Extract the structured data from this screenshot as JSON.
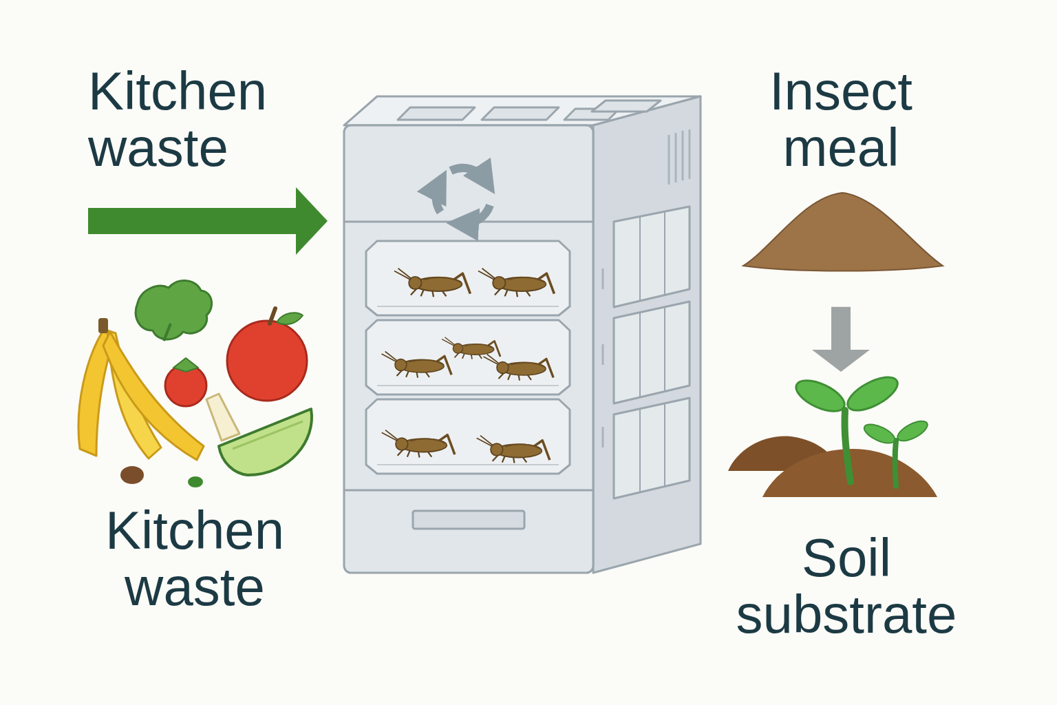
{
  "diagram": {
    "nodes": [
      {
        "text": [
          "Kitchen waste"
        ]
      },
      {
        "text": [
          "Insect meal"
        ]
      },
      {
        "text": [
          "Soil substrate"
        ]
      }
    ],
    "edges": [
      {
        "from": 1,
        "to": 2,
        "arrow": "to"
      }
    ],
    "labels": [
      "Kitchen waste"
    ]
  }
}
